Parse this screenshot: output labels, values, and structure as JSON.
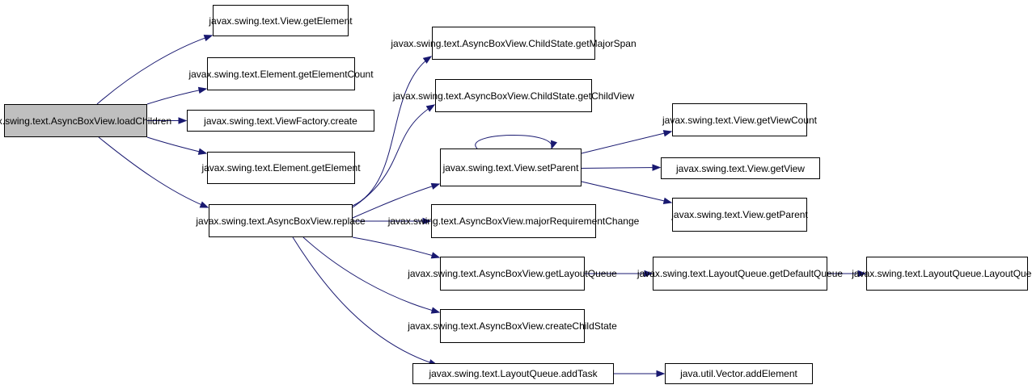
{
  "colors": {
    "edge": "#191970",
    "root_fill": "#bfbfbf",
    "node_fill": "#ffffff",
    "border": "#000000"
  },
  "nodes": [
    {
      "id": "loadChildren",
      "lines": [
        "javax.swing.text.AsyncBox",
        "View.loadChildren"
      ]
    },
    {
      "id": "viewGetElement",
      "lines": [
        "javax.swing.text.View.get",
        "Element"
      ]
    },
    {
      "id": "elementGetElementCount",
      "lines": [
        "javax.swing.text.Element.get",
        "ElementCount"
      ]
    },
    {
      "id": "viewFactoryCreate",
      "lines": [
        "javax.swing.text.ViewFactory.create"
      ]
    },
    {
      "id": "elementGetElement",
      "lines": [
        "javax.swing.text.Element.get",
        "Element"
      ]
    },
    {
      "id": "replace",
      "lines": [
        "javax.swing.text.AsyncBox",
        "View.replace"
      ]
    },
    {
      "id": "getMajorSpan",
      "lines": [
        "javax.swing.text.AsyncBox",
        "View.ChildState.getMajorSpan"
      ]
    },
    {
      "id": "getChildView",
      "lines": [
        "javax.swing.text.AsyncBox",
        "View.ChildState.getChildView"
      ]
    },
    {
      "id": "setParent",
      "lines": [
        "javax.swing.text.View.set",
        "Parent"
      ]
    },
    {
      "id": "majorRequirementChange",
      "lines": [
        "javax.swing.text.AsyncBox",
        "View.majorRequirementChange"
      ]
    },
    {
      "id": "getLayoutQueue",
      "lines": [
        "javax.swing.text.AsyncBox",
        "View.getLayoutQueue"
      ]
    },
    {
      "id": "createChildState",
      "lines": [
        "javax.swing.text.AsyncBox",
        "View.createChildState"
      ]
    },
    {
      "id": "addTask",
      "lines": [
        "javax.swing.text.LayoutQueue.addTask"
      ]
    },
    {
      "id": "getViewCount",
      "lines": [
        "javax.swing.text.View.get",
        "ViewCount"
      ]
    },
    {
      "id": "getView",
      "lines": [
        "javax.swing.text.View.getView"
      ]
    },
    {
      "id": "getParent",
      "lines": [
        "javax.swing.text.View.get",
        "Parent"
      ]
    },
    {
      "id": "getDefaultQueue",
      "lines": [
        "javax.swing.text.LayoutQueue.get",
        "DefaultQueue"
      ]
    },
    {
      "id": "layoutQueueCtor",
      "lines": [
        "javax.swing.text.LayoutQueue.",
        "LayoutQueue"
      ]
    },
    {
      "id": "vectorAddElement",
      "lines": [
        "java.util.Vector.addElement"
      ]
    }
  ],
  "edges": [
    [
      "loadChildren",
      "viewGetElement"
    ],
    [
      "loadChildren",
      "elementGetElementCount"
    ],
    [
      "loadChildren",
      "viewFactoryCreate"
    ],
    [
      "loadChildren",
      "elementGetElement"
    ],
    [
      "loadChildren",
      "replace"
    ],
    [
      "replace",
      "getMajorSpan"
    ],
    [
      "replace",
      "getChildView"
    ],
    [
      "replace",
      "setParent"
    ],
    [
      "replace",
      "majorRequirementChange"
    ],
    [
      "replace",
      "getLayoutQueue"
    ],
    [
      "replace",
      "createChildState"
    ],
    [
      "replace",
      "addTask"
    ],
    [
      "setParent",
      "setParent"
    ],
    [
      "setParent",
      "getViewCount"
    ],
    [
      "setParent",
      "getView"
    ],
    [
      "setParent",
      "getParent"
    ],
    [
      "getLayoutQueue",
      "getDefaultQueue"
    ],
    [
      "getDefaultQueue",
      "layoutQueueCtor"
    ],
    [
      "addTask",
      "vectorAddElement"
    ]
  ]
}
